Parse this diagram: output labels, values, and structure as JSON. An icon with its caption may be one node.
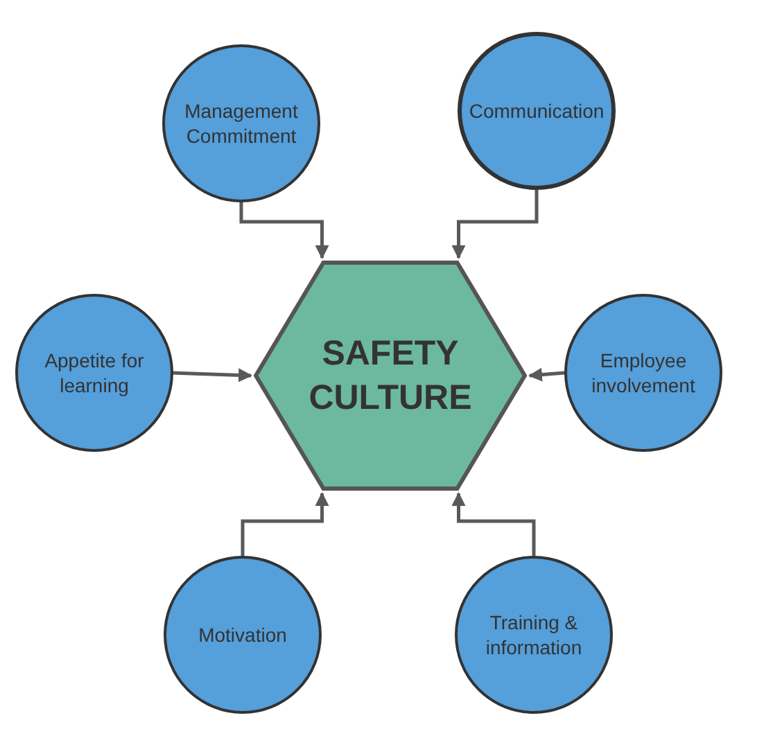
{
  "diagram": {
    "nodes": [
      {
        "text": [
          "SAFETY CULTURE"
        ]
      },
      {
        "text": [
          "Management Commitment"
        ]
      },
      {
        "text": [
          "Communication"
        ]
      },
      {
        "text": [
          "Appetite for learning"
        ]
      },
      {
        "text": [
          "Employee involvement"
        ]
      },
      {
        "text": [
          "Motivation"
        ]
      },
      {
        "text": [
          "Training & information"
        ]
      }
    ],
    "edges": [
      {
        "from": 1,
        "to": 0,
        "arrow": "to"
      },
      {
        "from": 2,
        "to": 0,
        "arrow": "to"
      },
      {
        "from": 3,
        "to": 0,
        "arrow": "to"
      },
      {
        "from": 4,
        "to": 0,
        "arrow": "to"
      },
      {
        "from": 5,
        "to": 0,
        "arrow": "to"
      },
      {
        "from": 6,
        "to": 0,
        "arrow": "to"
      }
    ]
  }
}
